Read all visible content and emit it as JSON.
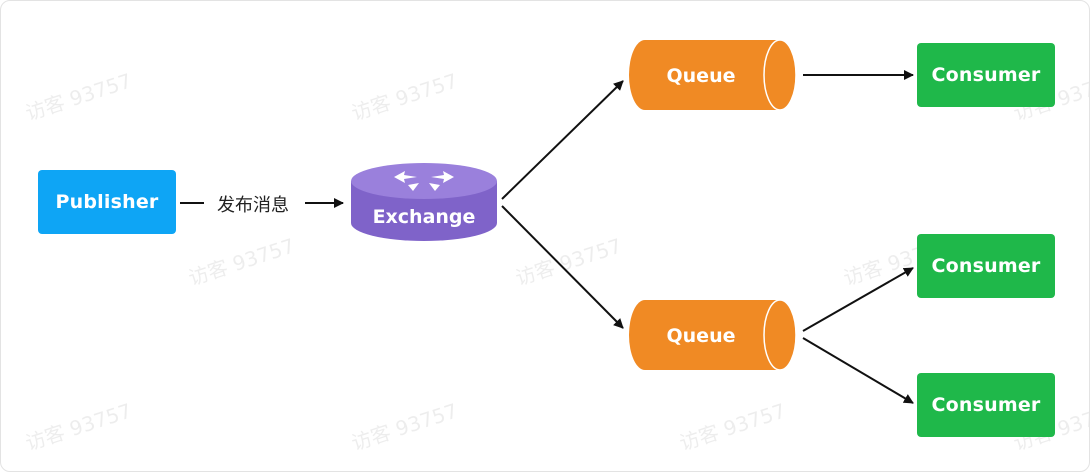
{
  "publisher": {
    "label": "Publisher"
  },
  "edge_label": "发布消息",
  "exchange": {
    "label": "Exchange"
  },
  "queues": [
    {
      "label": "Queue"
    },
    {
      "label": "Queue"
    }
  ],
  "consumers": [
    {
      "label": "Consumer"
    },
    {
      "label": "Consumer"
    },
    {
      "label": "Consumer"
    }
  ],
  "watermark": "访客 93757",
  "colors": {
    "publisher": "#0ea5f5",
    "exchange": "#8b6fd1",
    "queue": "#f08a24",
    "consumer": "#1fb84a"
  }
}
